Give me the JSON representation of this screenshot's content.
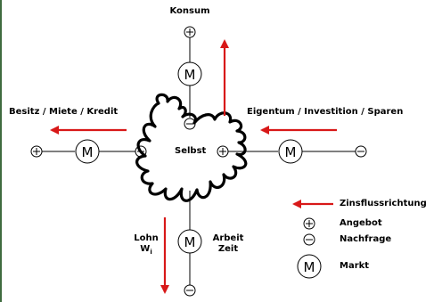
{
  "labels": {
    "consumption": "Konsum",
    "left": "Besitz / Miete / Kredit",
    "right": "Eigentum / Investition / Sparen",
    "center": "Selbst",
    "wage_line1": "Lohn",
    "wage_line2": "W",
    "wage_sub": "i",
    "work_line1": "Arbeit",
    "work_line2": "Zeit"
  },
  "markets": {
    "symbol": "M"
  },
  "legend": {
    "arrow_label": "Zinsflussrichtung",
    "supply_label": "Angebot",
    "demand_label": "Nachfrage",
    "market_label": "Markt",
    "market_symbol": "M"
  },
  "colors": {
    "arrow": "#d81818",
    "line": "#000000",
    "side_bar": "#3f6b3f"
  },
  "icons": {
    "plus": "circled-plus-icon",
    "minus": "circled-minus-icon",
    "market": "market-circle-icon",
    "arrow": "red-arrow-icon",
    "self": "blob-shape-icon"
  }
}
